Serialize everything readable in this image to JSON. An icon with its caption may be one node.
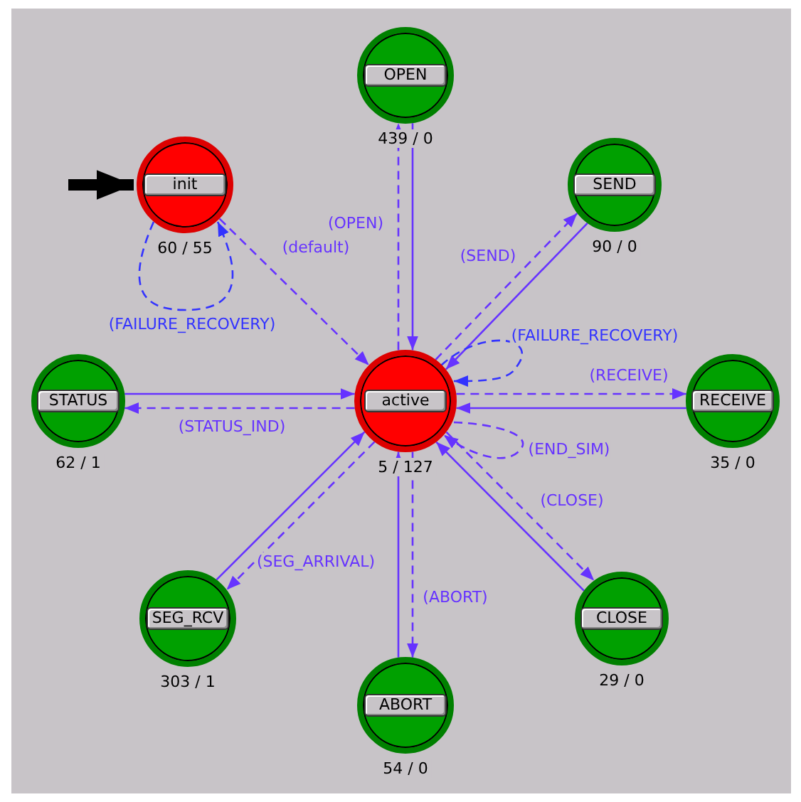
{
  "diagram": {
    "nodes": [
      {
        "text": [
          "OPEN"
        ],
        "beside": [
          "439 / 0"
        ]
      },
      {
        "text": [
          "init"
        ],
        "beside": [
          "60 / 55"
        ]
      },
      {
        "text": [
          "SEND"
        ],
        "beside": [
          "90 / 0"
        ]
      },
      {
        "text": [
          "STATUS"
        ],
        "beside": [
          "62 / 1"
        ]
      },
      {
        "text": [
          "active"
        ],
        "beside": [
          "5 / 127"
        ]
      },
      {
        "text": [
          "RECEIVE"
        ],
        "beside": [
          "35 / 0"
        ]
      },
      {
        "text": [
          "SEG_RCV"
        ],
        "beside": [
          "303 / 1"
        ]
      },
      {
        "text": [
          "CLOSE"
        ],
        "beside": [
          "29 / 0"
        ]
      },
      {
        "text": [
          "ABORT"
        ],
        "beside": [
          "54 / 0"
        ]
      }
    ],
    "edges": [
      {
        "from": null,
        "to": 1,
        "arrow": "to",
        "style": "thick",
        "color": "#000000"
      },
      {
        "from": 1,
        "to": 4,
        "arrow": "to",
        "label": "(default)",
        "style": "dashed"
      },
      {
        "from": 1,
        "to": 1,
        "arrow": "to",
        "label": "(FAILURE_RECOVERY)",
        "style": "dashed",
        "color": "#3333ff"
      },
      {
        "from": 0,
        "to": 4,
        "arrow": "to"
      },
      {
        "from": 4,
        "to": 0,
        "arrow": "to",
        "label": "(OPEN)",
        "style": "dashed"
      },
      {
        "from": 4,
        "to": 2,
        "arrow": "to",
        "label": "(SEND)",
        "style": "dashed"
      },
      {
        "from": 2,
        "to": 4,
        "arrow": "to"
      },
      {
        "from": 4,
        "to": 4,
        "arrow": "to",
        "label": "(FAILURE_RECOVERY)",
        "style": "dashed",
        "color": "#3333ff"
      },
      {
        "from": 4,
        "to": 5,
        "arrow": "to",
        "label": "(RECEIVE)",
        "style": "dashed"
      },
      {
        "from": 5,
        "to": 4,
        "arrow": "to"
      },
      {
        "from": 4,
        "to": 4,
        "arrow": "to",
        "label": "(END_SIM)",
        "style": "dashed"
      },
      {
        "from": 4,
        "to": 7,
        "arrow": "to",
        "label": "(CLOSE)",
        "style": "dashed"
      },
      {
        "from": 7,
        "to": 4,
        "arrow": "to"
      },
      {
        "from": 4,
        "to": 8,
        "arrow": "to",
        "label": "(ABORT)",
        "style": "dashed"
      },
      {
        "from": 8,
        "to": 4,
        "arrow": "to"
      },
      {
        "from": 3,
        "to": 4,
        "arrow": "to"
      },
      {
        "from": 4,
        "to": 3,
        "arrow": "to",
        "label": "(STATUS_IND)",
        "style": "dashed"
      },
      {
        "from": 6,
        "to": 4,
        "arrow": "to"
      },
      {
        "from": 4,
        "to": 6,
        "arrow": "to",
        "label": "(SEG_ARRIVAL)",
        "style": "dashed"
      }
    ]
  }
}
